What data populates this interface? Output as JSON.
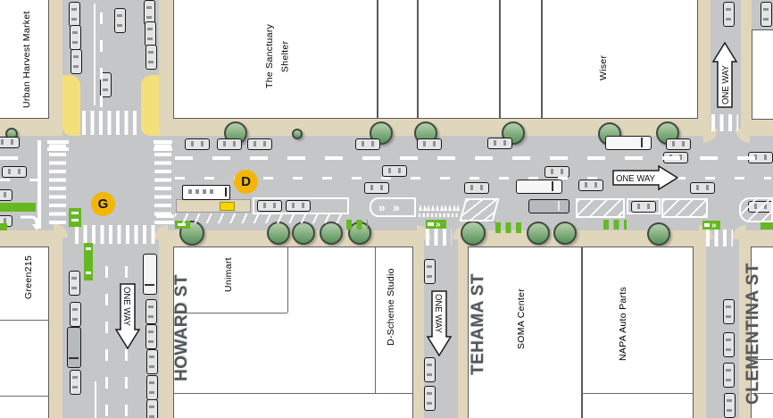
{
  "map": {
    "markers": [
      {
        "label": "G"
      },
      {
        "label": "D"
      }
    ],
    "streets": {
      "howard": "HOWARD ST",
      "tehama": "TEHAMA ST",
      "clementina": "CLEMENTINA ST"
    },
    "buildings": {
      "urban_harvest": "Urban Harvest Market",
      "sanctuary": "The Sanctuary\nShelter",
      "wiser": "Wiser",
      "green215": "Green215",
      "unimart": "Unimart",
      "dscheme": "D-Scheme Studio",
      "soma": "SOMA Center",
      "napa": "NAPA Auto Parts"
    },
    "signs": {
      "one_way": "ONE WAY"
    },
    "icons": {
      "chevrons": "»",
      "arrow_right": "→"
    },
    "colors": {
      "road": "#c5c6c8",
      "sidewalk": "#e0d6bb",
      "curb_extension_yellow": "#f5df7b",
      "bike_lane_green": "#66b822",
      "marker_yellow": "#f2b705",
      "tree_green": "#7fae7f",
      "building_white": "#ffffff",
      "crosswalk_white": "#ffffff"
    }
  }
}
